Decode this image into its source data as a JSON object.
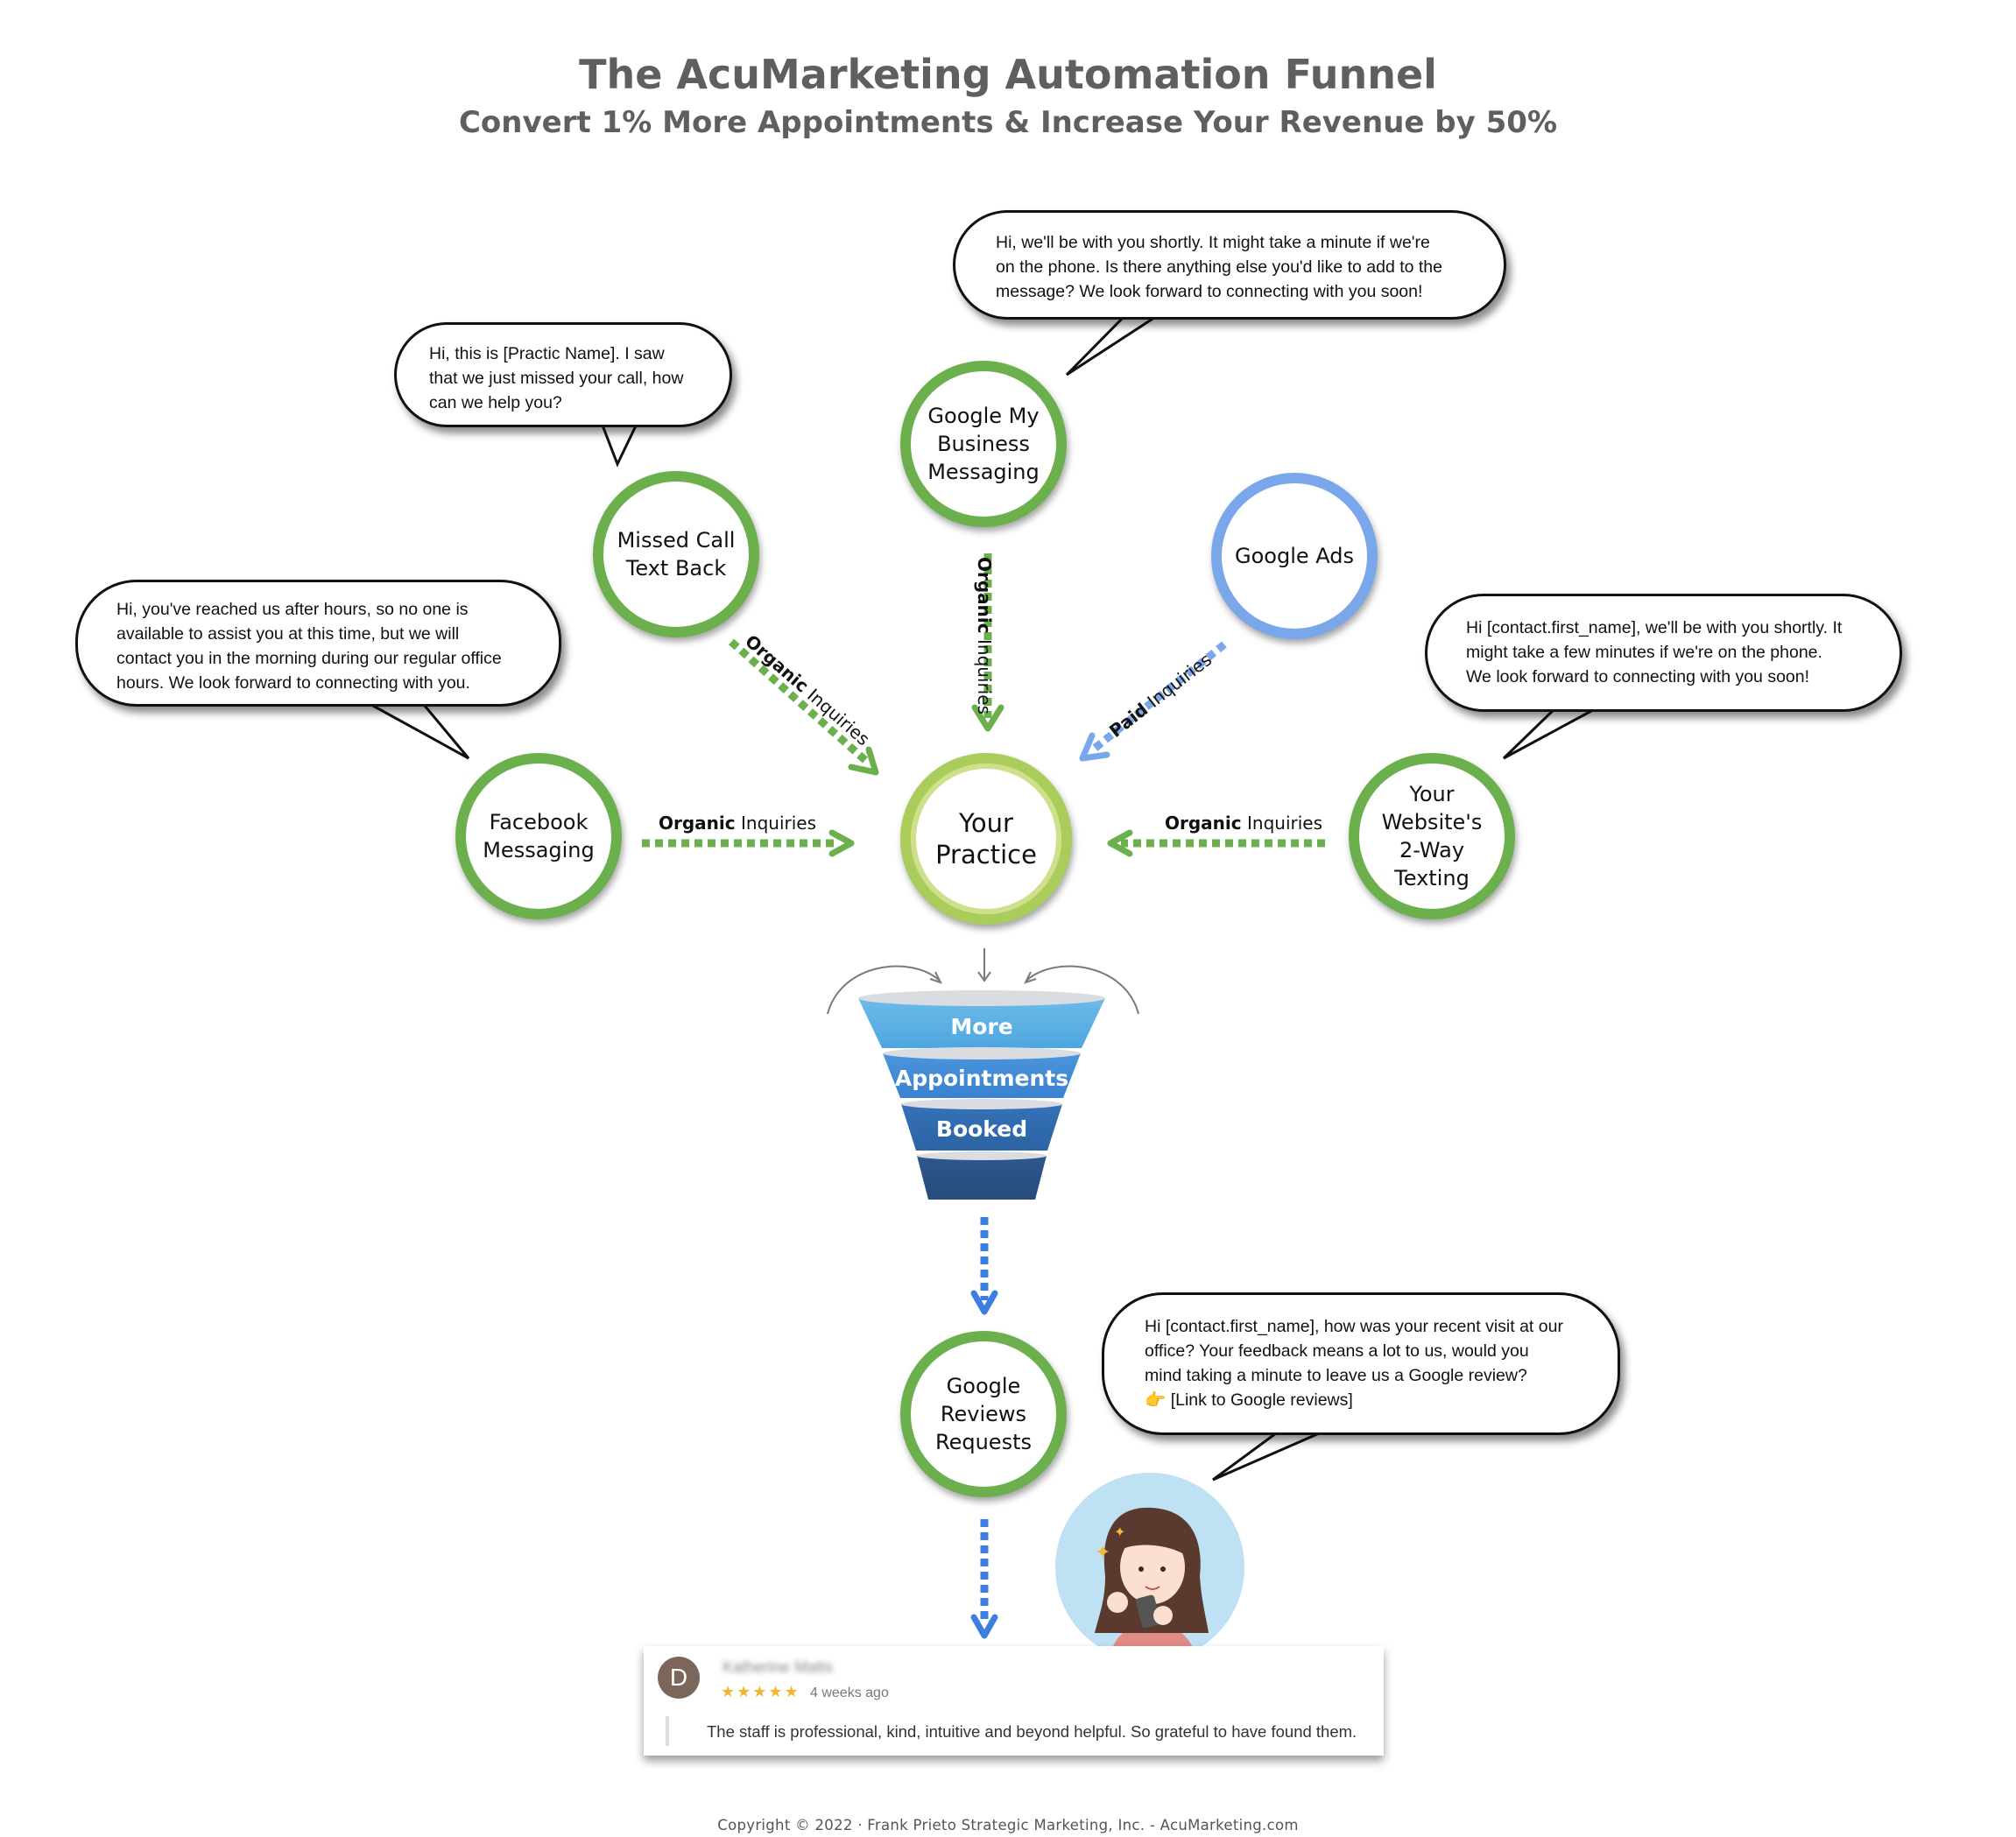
{
  "header": {
    "title": "The AcuMarketing Automation Funnel",
    "subtitle": "Convert 1% More Appointments & Increase Your Revenue by 50%"
  },
  "bubbles": {
    "gmb": "Hi, we'll be with you shortly. It might take a minute if we're\non the phone. Is there anything else you'd like to add to the\nmessage? We look forward to connecting with you soon!",
    "missed_call": "Hi, this is [Practic Name]. I saw\nthat we just missed your call, how\ncan we help you?",
    "facebook": "Hi, you've reached us after hours, so no one is\navailable to assist you at this time, but we will\ncontact you in the morning during our regular office\nhours. We look forward to connecting with you.",
    "website": "Hi [contact.first_name], we'll be with you shortly. It\nmight take a few minutes if we're on the phone.\nWe look forward to connecting with you soon!",
    "reviews": "Hi [contact.first_name], how was your recent visit at our\noffice? Your feedback means a lot to us, would you\nmind taking a minute to leave us a Google review?\n👉 [Link to Google reviews]"
  },
  "nodes": {
    "gmb": "Google My\nBusiness\nMessaging",
    "missed_call": "Missed Call\nText Back",
    "google_ads": "Google Ads",
    "facebook": "Facebook\nMessaging",
    "practice": "Your\nPractice",
    "website": "Your\nWebsite's\n2-Way\nTexting",
    "reviews": "Google\nReviews\nRequests"
  },
  "arrow_labels": {
    "organic_bold": "Organic",
    "paid_bold": "Paid",
    "inquiries": " Inquiries"
  },
  "funnel": {
    "level1": "More",
    "level2": "Appointments",
    "level3": "Booked"
  },
  "review": {
    "avatar_letter": "D",
    "name": "Katherine Matts",
    "stars": "★★★★★",
    "time_ago": "4 weeks ago",
    "text": "The staff is professional, kind, intuitive and beyond helpful. So grateful to have found them."
  },
  "footer": "Copyright © 2022 · Frank Prieto Strategic Marketing, Inc. - AcuMarketing.com",
  "colors": {
    "green_ring": "#6cb04e",
    "blue_ring": "#7aa7ea",
    "practice_ring": "#a9cc5a",
    "green_arrow": "#6cb04e",
    "blue_arrow": "#7aa7ea",
    "down_arrow": "#3d7fe0",
    "funnel_top": "#5aafe3",
    "funnel_mid": "#3d86d4",
    "funnel_low": "#2f6ab0",
    "funnel_bottom": "#2a4f86"
  }
}
